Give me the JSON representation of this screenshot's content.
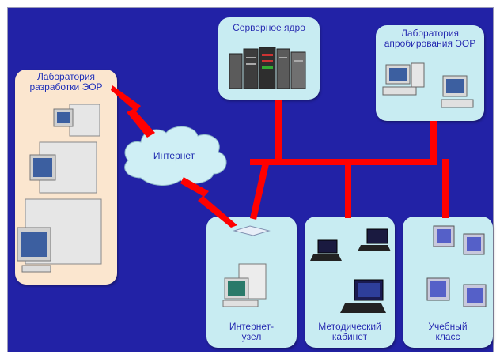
{
  "nodes": {
    "lab_dev": "Лаборатория\nразработки ЭОР",
    "server_core": "Серверное ядро",
    "lab_approb": "Лаборатория\nапробирования ЭОР",
    "internet": "Интернет",
    "internet_node": "Интернет-\nузел",
    "method_room": "Методический\nкабинет",
    "classroom": "Учебный\nкласс"
  },
  "colors": {
    "background": "#2222a6",
    "box_blue": "#c8ecf2",
    "box_peach": "#fbe6cf",
    "link_red": "#ff0000",
    "label_text": "#1f2cb0"
  },
  "icons": [
    "server-rack-icon",
    "desktop-computer-icon",
    "laptop-icon",
    "monitor-icon",
    "router-icon",
    "cloud-icon"
  ]
}
